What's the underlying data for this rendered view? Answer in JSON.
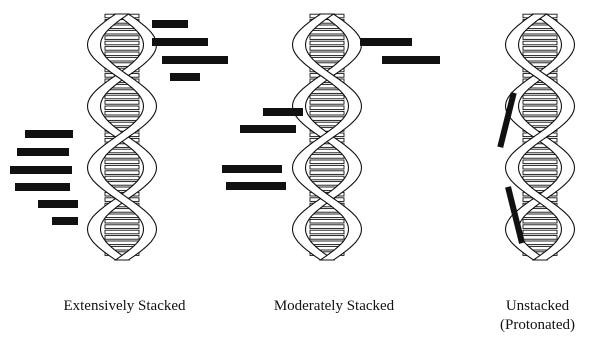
{
  "figure": {
    "panels": [
      {
        "caption": "Extensively Stacked"
      },
      {
        "caption": "Moderately Stacked"
      },
      {
        "caption_lines": [
          "Unstacked",
          "(Protonated)"
        ]
      }
    ]
  },
  "colors": {
    "ink": "#111111",
    "bar": "#111111",
    "background": "#ffffff"
  }
}
